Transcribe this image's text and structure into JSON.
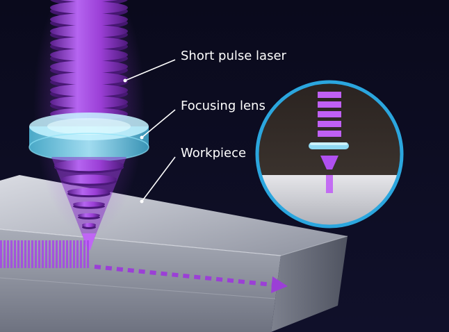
{
  "labels": {
    "laser": "Short pulse laser",
    "lens": "Focusing lens",
    "workpiece": "Workpiece"
  },
  "colors": {
    "background": "#0b0b1e",
    "laser": "#9b3fd6",
    "lens": "#7fd4ec",
    "inset_border": "#2ba6de",
    "leader_line": "#ffffff"
  },
  "icons": [
    "laser-beam",
    "focusing-lens",
    "workpiece-block",
    "cut-path-arrow",
    "magnified-inset"
  ]
}
